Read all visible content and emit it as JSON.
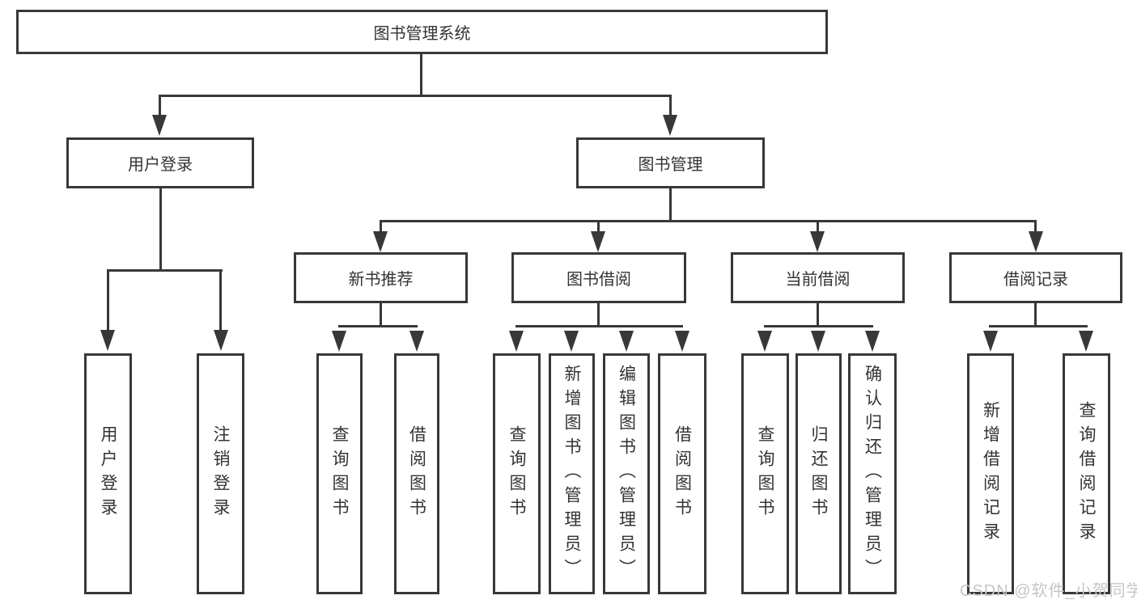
{
  "diagram": {
    "root": "图书管理系统",
    "level2": {
      "login": "用户登录",
      "management": "图书管理"
    },
    "level3": {
      "recommend": "新书推荐",
      "borrow": "图书借阅",
      "current": "当前借阅",
      "records": "借阅记录"
    },
    "leaves": {
      "login": [
        "用户登录",
        "注销登录"
      ],
      "recommend": [
        "查询图书",
        "借阅图书"
      ],
      "borrow": [
        "查询图书",
        "新增图书（管理员）",
        "编辑图书（管理员）",
        "借阅图书"
      ],
      "current": [
        "查询图书",
        "归还图书",
        "确认归还（管理员）"
      ],
      "records": [
        "新增借阅记录",
        "查询借阅记录"
      ]
    }
  },
  "watermark": "CSDN @软件_小贺同学",
  "colors": {
    "line": "#383838",
    "text": "#333333",
    "node_background": "#ffffff",
    "canvas_background": "#ffffff",
    "watermark": "#c3c6c8"
  }
}
